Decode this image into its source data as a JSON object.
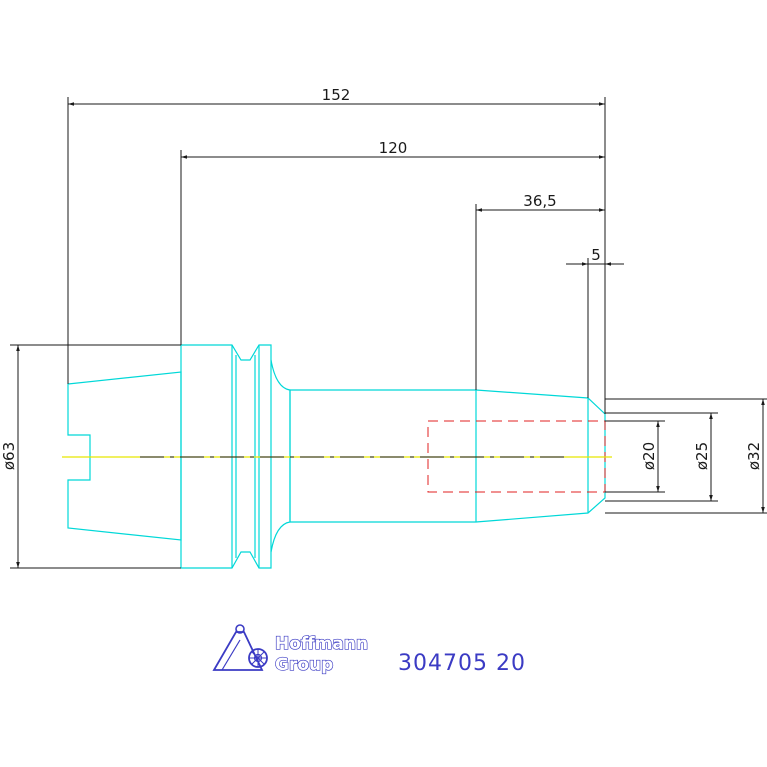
{
  "dimensions": {
    "overall_length": "152",
    "gauge_length": "120",
    "shank_length": "36,5",
    "chamfer": "5",
    "flange_diameter": "ø63",
    "bore_diameter": "ø20",
    "shank_tip_diameter": "ø25",
    "shank_diameter": "ø32"
  },
  "branding": {
    "logo_line1": "Hoffmann",
    "logo_line2": "Group",
    "part_number": "304705 20"
  },
  "colors": {
    "outline": "#00d8d8",
    "hidden_bore": "#e02020",
    "centerline": "#e6e600",
    "brand": "#3b3bc4"
  }
}
